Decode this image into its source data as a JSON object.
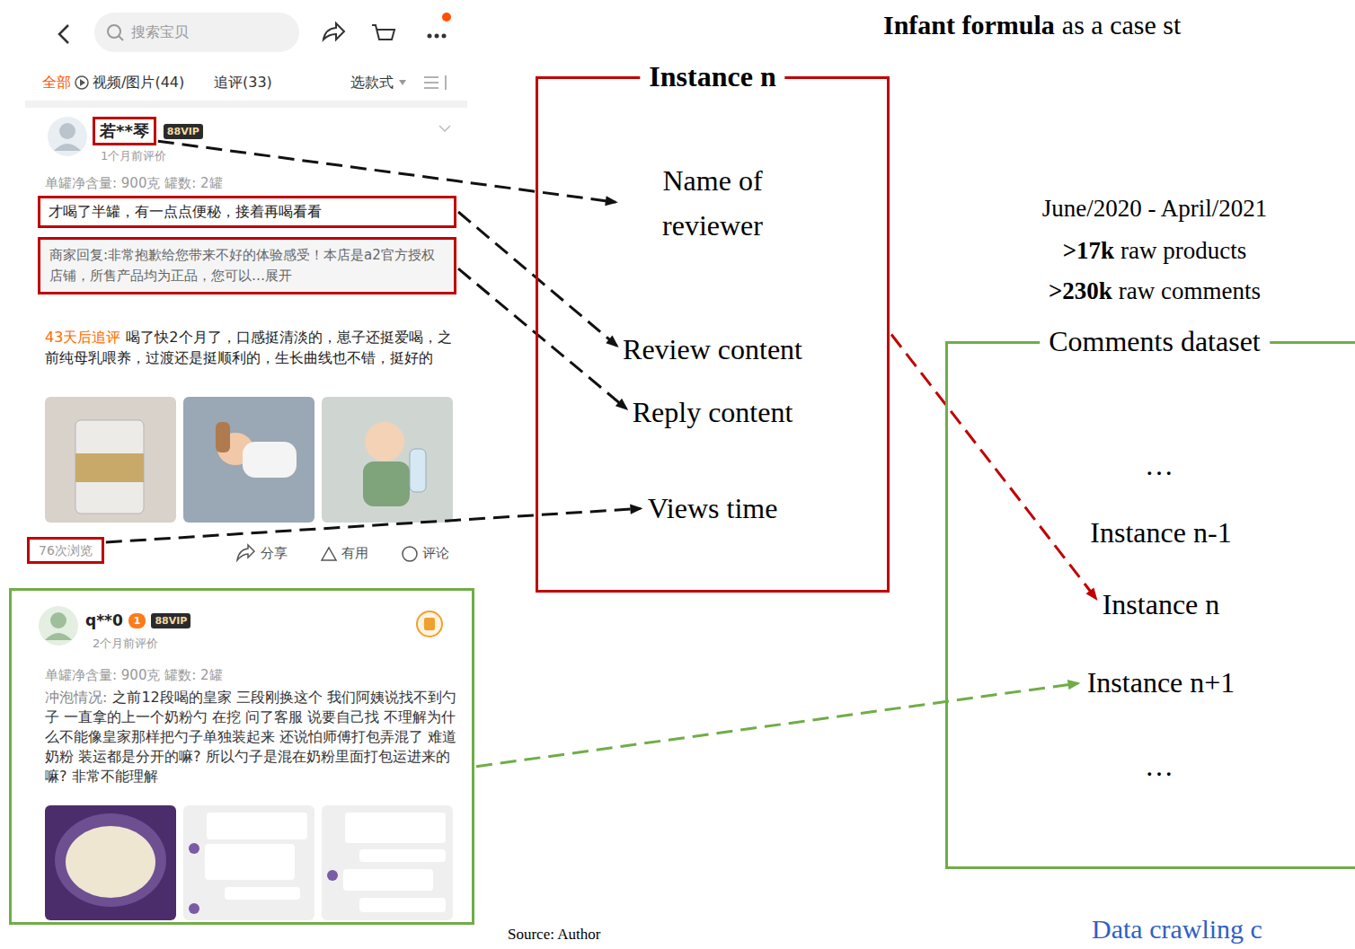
{
  "diagram": {
    "nodes": [
      {
        "text": [
          "若**琴"
        ]
      },
      {
        "text": [
          "才喝了半罐，有一点点便秘，接着再喝看看"
        ]
      },
      {
        "text": [
          "商家回复:非常抱歉给您带来不好的体验感受！本店是a2官方授权店铺，所售产品均为正品，您可以…展开"
        ]
      },
      {
        "text": [
          "76次浏览"
        ]
      },
      {
        "text": [
          "q**0",
          "1",
          "88VIP",
          "2个月前评价",
          "单罐净含量: 900克 罐数: 2罐",
          "冲泡情况:",
          "之前12段喝的皇家 三段刚换这个 我们阿姨说找不到勺子 一直拿的上一个奶粉勺 在挖 问了客服 说要自己找 不理解为什么不能像皇家那样把勺子单独装起来 还说怕师傅打包弄混了 难道奶粉 装运都是分开的嘛? 所以勺子是混在奶粉里面打包运进来的嘛? 非常不能理解"
        ]
      },
      {
        "text": [
          "Instance n"
        ]
      },
      {
        "text": [
          "Name of reviewer"
        ],
        "in": 5
      },
      {
        "text": [
          "Review content"
        ],
        "in": 5
      },
      {
        "text": [
          "Reply content"
        ],
        "in": 5
      },
      {
        "text": [
          "Views time"
        ],
        "in": 5
      },
      {
        "text": [
          "Comments dataset"
        ]
      },
      {
        "text": [
          "Instance n-1"
        ],
        "in": 10
      },
      {
        "text": [
          "Instance n"
        ],
        "in": 10
      },
      {
        "text": [
          "Instance n+1"
        ],
        "in": 10
      }
    ],
    "edges": [
      {
        "from": 0,
        "to": 6,
        "arrow": "to"
      },
      {
        "from": 1,
        "to": 7,
        "arrow": "to"
      },
      {
        "from": 2,
        "to": 8,
        "arrow": "to"
      },
      {
        "from": 3,
        "to": 9,
        "arrow": "to"
      },
      {
        "from": 5,
        "to": 12,
        "arrow": "to"
      },
      {
        "from": 4,
        "to": 13,
        "arrow": "to"
      }
    ],
    "labels": [
      "Infant formula",
      "as a case st",
      "搜索宝贝",
      "全部",
      "视频/图片(44)",
      "追评(33)",
      "选款式",
      "88VIP",
      "1个月前评价",
      "单罐净含量: 900克 罐数: 2罐",
      "43天后追评",
      "喝了快2个月了，口感挺清淡的，崽子还挺爱喝，之前纯母乳喂养，过渡还是挺顺利的，生长曲线也不错，挺好的",
      "分享",
      "有用",
      "评论",
      "June/2020 - April/2021",
      ">17k",
      "raw products",
      ">230k",
      "raw comments",
      "…",
      "…",
      "Source: Author",
      "Data crawling c"
    ]
  }
}
